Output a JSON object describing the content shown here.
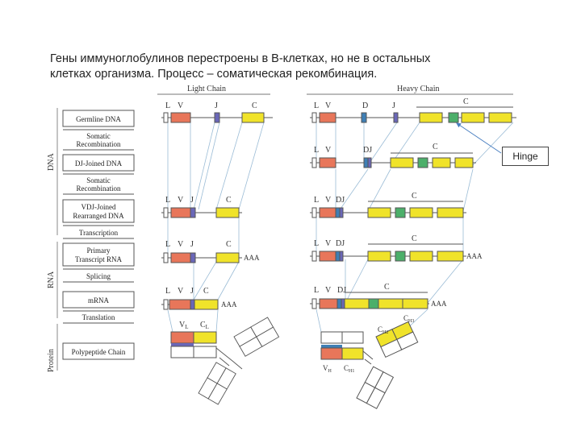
{
  "caption": {
    "line1": "Гены иммуноглобулинов перестроены в В-клетках, но не в остальных",
    "line2": "клетках организма. Процесс – соматическая рекомбинация."
  },
  "headers": {
    "light": "Light Chain",
    "heavy": "Heavy Chain"
  },
  "side_labels": {
    "dna": "DNA",
    "rna": "RNA",
    "protein": "Protein"
  },
  "steps": {
    "germline": "Germline DNA",
    "somatic1_a": "Somatic",
    "somatic1_b": "Recombination",
    "dj": "DJ-Joined DNA",
    "somatic2_a": "Somatic",
    "somatic2_b": "Recombination",
    "vdj_a": "VDJ-Joined",
    "vdj_b": "Rearranged DNA",
    "transcription": "Transcription",
    "primary_a": "Primary",
    "primary_b": "Transcript RNA",
    "splicing": "Splicing",
    "mrna": "mRNA",
    "translation": "Translation",
    "polypeptide": "Polypeptide Chain"
  },
  "segments": {
    "L": "L",
    "V": "V",
    "J": "J",
    "D": "D",
    "DJ": "DJ",
    "C": "C",
    "Cc": "C",
    "CL": "C",
    "VL": "V",
    "VH": "V",
    "CH1": "C",
    "CH2": "C",
    "CH3": "C"
  },
  "subs": {
    "L": "L",
    "H": "H",
    "H1": "H1",
    "H2": "H2",
    "H3": "H3"
  },
  "poly_a": "AAA",
  "hinge": "Hinge",
  "colors": {
    "L": "#e8765a",
    "V": "#e8765a",
    "J": "#6a67b8",
    "D": "#3f7fb5",
    "C": "#f0e32a",
    "hinge": "#4caf6a",
    "line": "#555555",
    "connector": "#9bbcd6"
  }
}
